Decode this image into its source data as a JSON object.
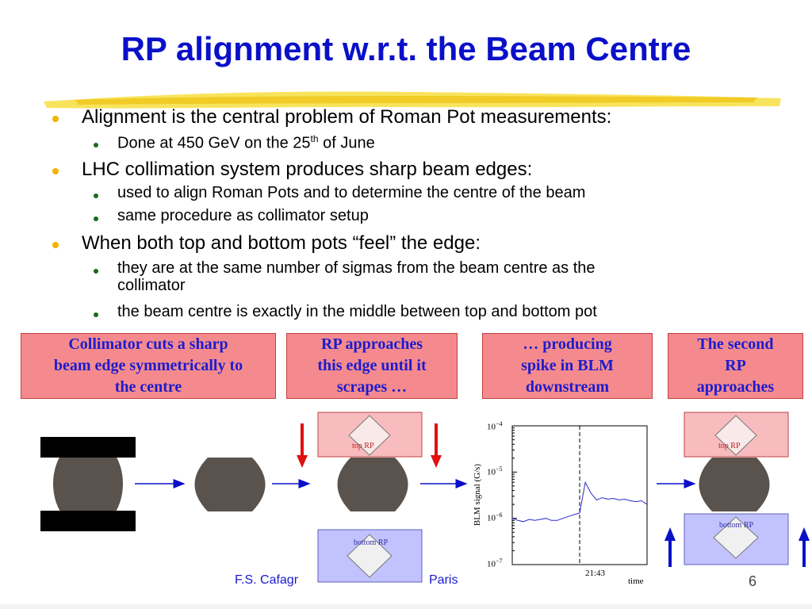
{
  "title": "RP alignment w.r.t. the Beam Centre",
  "bullets": {
    "b1": "Alignment is the central problem of Roman Pot measurements:",
    "b1_sub1_pre": "Done at 450 GeV on the 25",
    "b1_sub1_sup": "th",
    "b1_sub1_post": " of June",
    "b2": "LHC collimation system produces sharp beam edges:",
    "b2_sub1": "used to align Roman Pots and to determine the centre of the beam",
    "b2_sub2": "same procedure as collimator setup",
    "b3": "When both top and bottom pots “feel” the edge:",
    "b3_sub1_line1": "they are at the same number of sigmas from the beam centre as the",
    "b3_sub1_line2": "collimator",
    "b3_sub2": "the beam centre is exactly in the middle between top and bottom pot"
  },
  "steps": {
    "s1_l1": "Collimator cuts a sharp",
    "s1_l2": "beam edge symmetrically to",
    "s1_l3": "the centre",
    "s2_l1": "RP approaches",
    "s2_l2": "this edge until it",
    "s2_l3": "scrapes …",
    "s3_l1": "… producing",
    "s3_l2": "spike in BLM",
    "s3_l3": "downstream",
    "s4_l1": "The second",
    "s4_l2": "RP",
    "s4_l3": "approaches"
  },
  "pots": {
    "top": "top RP",
    "bottom": "bottom RP"
  },
  "plot": {
    "ylabel": "BLM signal   (G/s)",
    "xlabel": "time",
    "time_tick": "21:43",
    "yticks": [
      "10",
      "10",
      "10",
      "10"
    ],
    "yexp": [
      "−4",
      "−5",
      "−6",
      "−7"
    ]
  },
  "chart_data": {
    "type": "line",
    "ylabel": "BLM signal   (G/s)",
    "xlabel": "time",
    "yscale": "log",
    "ylim": [
      1e-07,
      0.0001
    ],
    "x_ticks": [
      "21:43"
    ],
    "series": [
      {
        "values": [
          1e-06,
          9e-07,
          8.5e-07,
          9.5e-07,
          9e-07,
          9.5e-07,
          1e-06,
          9e-07,
          9e-07,
          1e-06,
          1.1e-06,
          1.2e-06,
          1.3e-06,
          6e-06,
          3.5e-06,
          2.5e-06,
          2.8e-06,
          2.6e-06,
          2.7e-06,
          2.5e-06,
          2.6e-06,
          2.4e-06,
          2.3e-06,
          2.4e-06,
          2e-06
        ]
      }
    ]
  },
  "footer": {
    "left": "F.S. Cafagr",
    "right": "Paris",
    "page": "6"
  },
  "colors": {
    "title": "#0a10c8",
    "bullet1": "#f2b400",
    "bullet2": "#1a6b1a",
    "box_fill": "#f58a8e",
    "box_text": "#1c1ccc",
    "beam": "#5a524c",
    "top_pot": "#f8bcbf",
    "bottom_pot": "#c2c2ff",
    "arrow_red": "#e01010",
    "arrow_blue": "#0a10c8"
  }
}
